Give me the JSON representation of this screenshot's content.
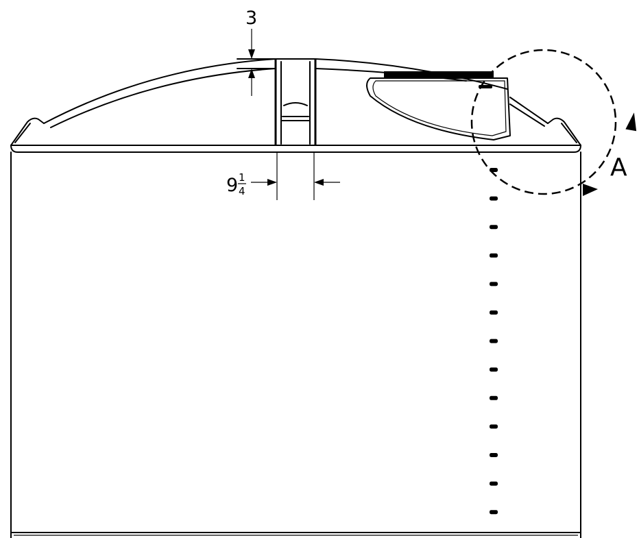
{
  "dimensions": {
    "wall_thickness": "3",
    "slot_width_whole": "9",
    "slot_width_frac_num": "1",
    "slot_width_frac_den": "4"
  },
  "callouts": {
    "detail_label": "A"
  },
  "colors": {
    "line": "#000000",
    "background": "#ffffff"
  }
}
